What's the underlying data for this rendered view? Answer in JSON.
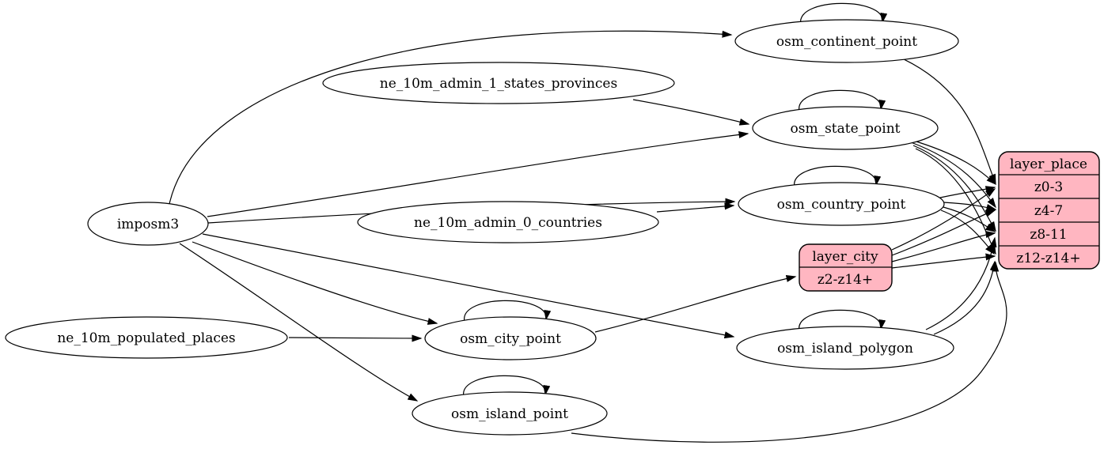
{
  "diagram": {
    "nodes": {
      "imposm3": "imposm3",
      "ne_admin1": "ne_10m_admin_1_states_provinces",
      "ne_admin0": "ne_10m_admin_0_countries",
      "ne_places": "ne_10m_populated_places",
      "continent": "osm_continent_point",
      "state": "osm_state_point",
      "country": "osm_country_point",
      "city": "osm_city_point",
      "island_polygon": "osm_island_polygon",
      "island_point": "osm_island_point"
    },
    "layer_place": {
      "title": "layer_place",
      "rows": [
        "z0-3",
        "z4-7",
        "z8-11",
        "z12-z14+"
      ]
    },
    "layer_city": {
      "title": "layer_city",
      "rows": [
        "z2-z14+"
      ]
    },
    "colors": {
      "record_fill": "#ffb6c1",
      "node_fill": "#ffffff",
      "stroke": "#000000"
    },
    "edges": [
      {
        "from": "imposm3",
        "to": "osm_continent_point"
      },
      {
        "from": "imposm3",
        "to": "osm_state_point"
      },
      {
        "from": "imposm3",
        "to": "osm_country_point"
      },
      {
        "from": "imposm3",
        "to": "osm_city_point"
      },
      {
        "from": "imposm3",
        "to": "osm_island_polygon"
      },
      {
        "from": "imposm3",
        "to": "osm_island_point"
      },
      {
        "from": "ne_10m_admin_1_states_provinces",
        "to": "osm_state_point"
      },
      {
        "from": "ne_10m_admin_0_countries",
        "to": "osm_country_point"
      },
      {
        "from": "ne_10m_populated_places",
        "to": "osm_city_point"
      },
      {
        "from": "osm_continent_point",
        "to": "osm_continent_point"
      },
      {
        "from": "osm_state_point",
        "to": "osm_state_point"
      },
      {
        "from": "osm_country_point",
        "to": "osm_country_point"
      },
      {
        "from": "osm_city_point",
        "to": "osm_city_point"
      },
      {
        "from": "osm_island_polygon",
        "to": "osm_island_polygon"
      },
      {
        "from": "osm_island_point",
        "to": "osm_island_point"
      },
      {
        "from": "osm_continent_point",
        "to": "layer_place:z0-3"
      },
      {
        "from": "osm_state_point",
        "to": "layer_place:z0-3"
      },
      {
        "from": "osm_state_point",
        "to": "layer_place:z4-7"
      },
      {
        "from": "osm_state_point",
        "to": "layer_place:z8-11"
      },
      {
        "from": "osm_state_point",
        "to": "layer_place:z12-z14+"
      },
      {
        "from": "osm_country_point",
        "to": "layer_place:z0-3"
      },
      {
        "from": "osm_country_point",
        "to": "layer_place:z4-7"
      },
      {
        "from": "osm_country_point",
        "to": "layer_place:z8-11"
      },
      {
        "from": "osm_country_point",
        "to": "layer_place:z12-z14+"
      },
      {
        "from": "osm_city_point",
        "to": "layer_city:z2-z14+"
      },
      {
        "from": "layer_city",
        "to": "layer_place:z0-3"
      },
      {
        "from": "layer_city",
        "to": "layer_place:z4-7"
      },
      {
        "from": "layer_city",
        "to": "layer_place:z8-11"
      },
      {
        "from": "layer_city",
        "to": "layer_place:z12-z14+"
      },
      {
        "from": "osm_island_polygon",
        "to": "layer_place:z8-11"
      },
      {
        "from": "osm_island_polygon",
        "to": "layer_place:z12-z14+"
      },
      {
        "from": "osm_island_point",
        "to": "layer_place:z12-z14+"
      }
    ]
  }
}
